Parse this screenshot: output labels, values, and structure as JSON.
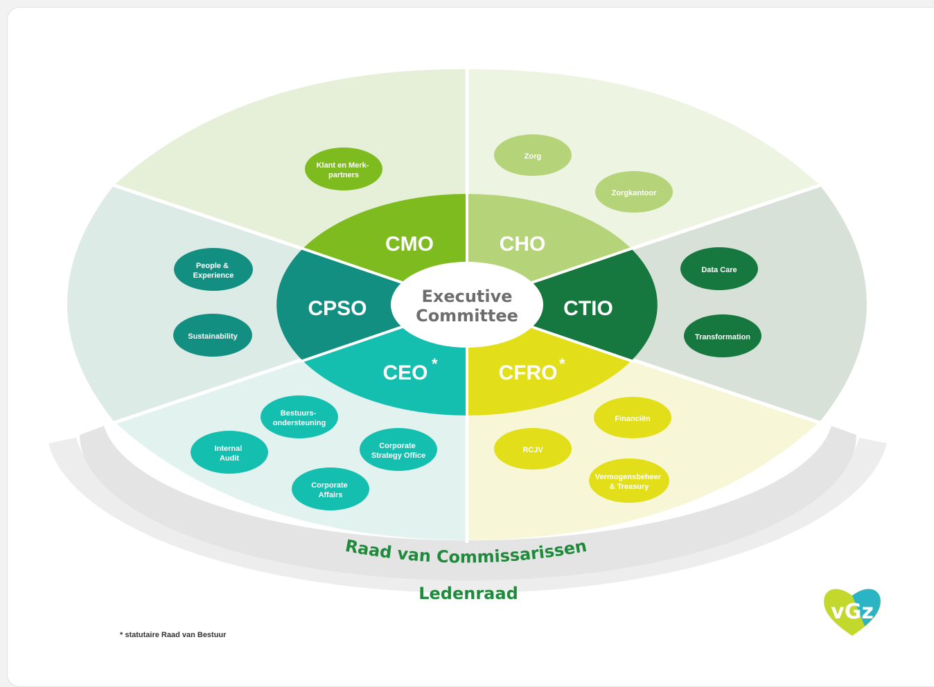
{
  "center": {
    "line1": "Executive",
    "line2": "Committee"
  },
  "roles": {
    "cmo": "CMO",
    "cho": "CHO",
    "ctio": "CTIO",
    "cfro": "CFRO",
    "ceo": "CEO",
    "cpso": "CPSO",
    "asterisk": "*"
  },
  "departments": {
    "klant": [
      "Klant en Merk-",
      "partners"
    ],
    "zorg": [
      "Zorg"
    ],
    "zorgkantoor": [
      "Zorgkantoor"
    ],
    "data_care": [
      "Data Care"
    ],
    "transformation": [
      "Transformation"
    ],
    "financien": [
      "Financiën"
    ],
    "rcjv": [
      "RCJV"
    ],
    "vermogensbeheer": [
      "Vermogensbeheer",
      "& Treasury"
    ],
    "bestuurs": [
      "Bestuurs-",
      "ondersteuning"
    ],
    "corporate_strategy": [
      "Corporate",
      "Strategy Office"
    ],
    "internal_audit": [
      "Internal",
      "Audit"
    ],
    "corporate_affairs": [
      "Corporate",
      "Affairs"
    ],
    "people": [
      "People &",
      "Experience"
    ],
    "sustainability": [
      "Sustainability"
    ]
  },
  "bands": {
    "raad": "Raad van Commissarissen",
    "ledenraad": "Ledenraad"
  },
  "footnote": "* statutaire Raad van Bestuur",
  "logo": {
    "text": "vGz",
    "icon": "heart-logo-icon"
  },
  "colors": {
    "cmo": "#7dbb1f",
    "cho": "#b5d47a",
    "ctio": "#16783e",
    "cfro": "#e2df1a",
    "ceo": "#14bfb0",
    "cpso": "#138f82",
    "brand_green": "#1f8a3b"
  }
}
